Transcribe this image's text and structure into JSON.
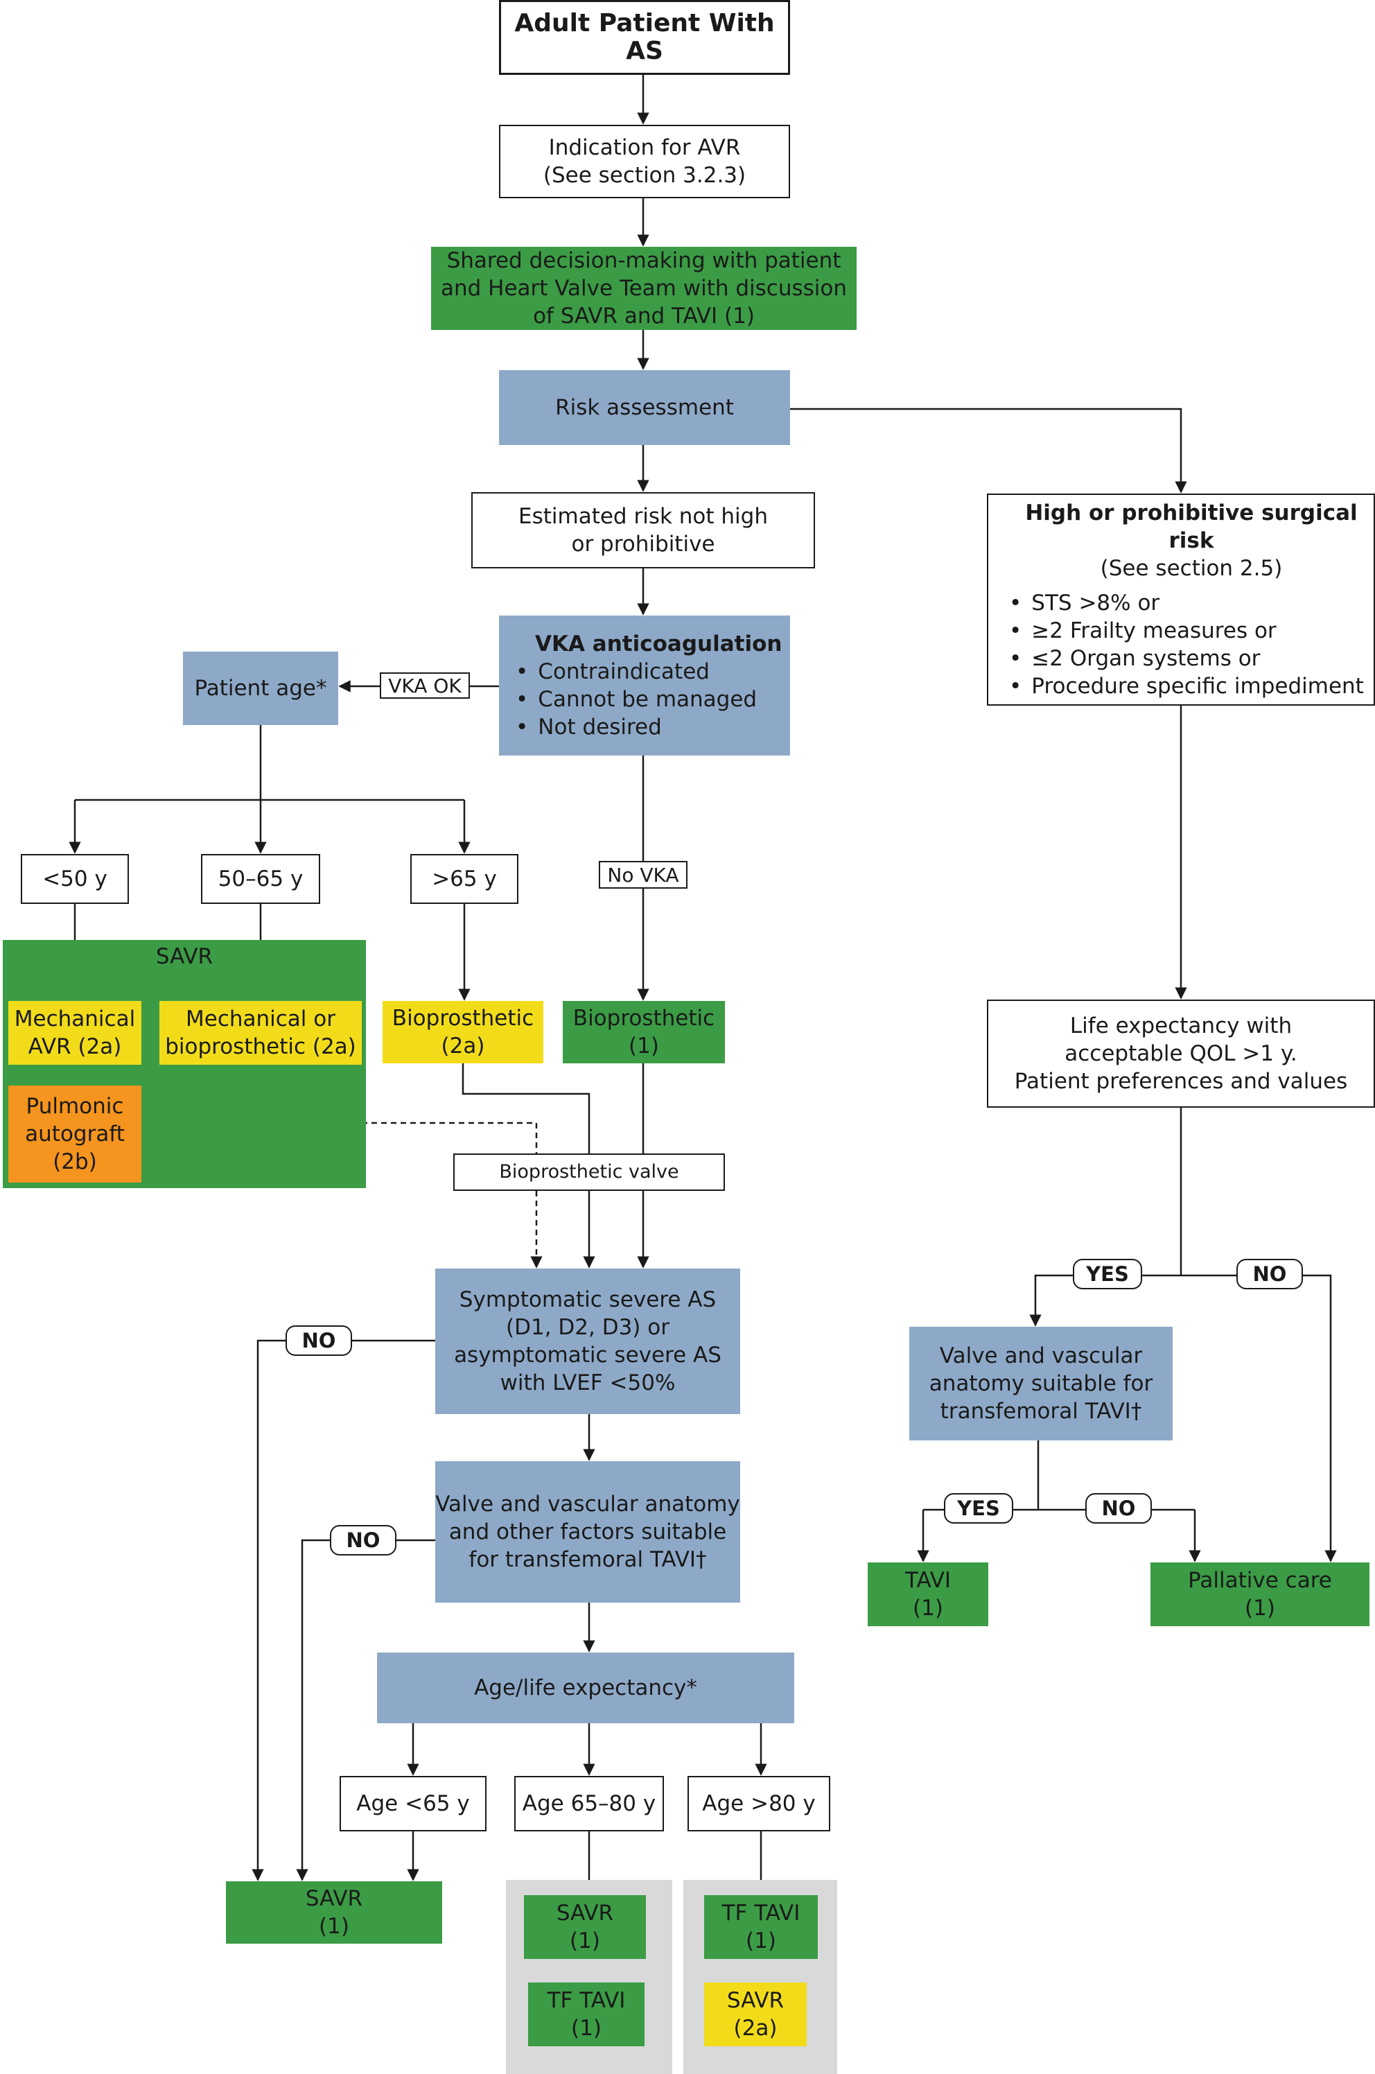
{
  "title": "Adult Patient With AS",
  "indication": {
    "line1": "Indication for AVR",
    "line2": "(See section 3.2.3)"
  },
  "shared": {
    "line1": "Shared decision-making with patient",
    "line2": "and Heart Valve Team with discussion",
    "line3": "of SAVR and TAVI (1)"
  },
  "risk_assessment": "Risk assessment",
  "not_high": {
    "line1": "Estimated risk not high",
    "line2": "or prohibitive"
  },
  "high_risk": {
    "title": "High or prohibitive surgical risk",
    "subtitle": "(See section 2.5)",
    "items": [
      "STS >8% or",
      "≥2 Frailty measures or",
      "≤2 Organ systems or",
      "Procedure specific impediment"
    ]
  },
  "vka": {
    "title": "VKA anticoagulation",
    "items": [
      "Contraindicated",
      "Cannot be managed",
      "Not desired"
    ]
  },
  "vka_ok": "VKA OK",
  "no_vka": "No VKA",
  "patient_age": "Patient age*",
  "age_groups": [
    "<50 y",
    "50–65 y",
    ">65 y"
  ],
  "savr_group_label": "SAVR",
  "mech_avr": {
    "line1": "Mechanical",
    "line2": "AVR (2a)"
  },
  "mech_or_bio": {
    "line1": "Mechanical or",
    "line2": "bioprosthetic (2a)"
  },
  "pulmonic": {
    "line1": "Pulmonic",
    "line2": "autograft",
    "line3": "(2b)"
  },
  "bio_2a": {
    "line1": "Bioprosthetic",
    "line2": "(2a)"
  },
  "bio_1": {
    "line1": "Bioprosthetic",
    "line2": "(1)"
  },
  "bio_valve": "Bioprosthetic valve",
  "symptomatic": {
    "line1": "Symptomatic severe AS",
    "line2": "(D1, D2, D3) or",
    "line3": "asymptomatic severe AS",
    "line4": "with LVEF <50%"
  },
  "anatomy_left": {
    "line1": "Valve and vascular anatomy",
    "line2": "and other factors suitable",
    "line3": "for transfemoral TAVI†"
  },
  "age_life": "Age/life expectancy*",
  "age_bins": [
    "Age <65 y",
    "Age 65–80 y",
    "Age >80 y"
  ],
  "savr1": {
    "line1": "SAVR",
    "line2": "(1)"
  },
  "mid_options": [
    {
      "line1": "SAVR",
      "line2": "(1)"
    },
    {
      "line1": "TF TAVI",
      "line2": "(1)"
    }
  ],
  "old_options": [
    {
      "line1": "TF TAVI",
      "line2": "(1)"
    },
    {
      "line1": "SAVR",
      "line2": "(2a)"
    }
  ],
  "life_exp": {
    "line1": "Life expectancy with",
    "line2": "acceptable QOL >1 y.",
    "line3": "Patient preferences and values"
  },
  "anatomy_right": {
    "line1": "Valve and vascular",
    "line2": "anatomy suitable for",
    "line3": "transfemoral TAVI†"
  },
  "tavi": {
    "line1": "TAVI",
    "line2": "(1)"
  },
  "palliative": {
    "line1": "Pallative care",
    "line2": "(1)"
  },
  "yes": "YES",
  "no": "NO",
  "colors": {
    "blue": "#8ea9c8",
    "green": "#3b9c45",
    "yellow": "#f2dc1a",
    "orange": "#f5941e",
    "gray": "#d9d9d9"
  }
}
